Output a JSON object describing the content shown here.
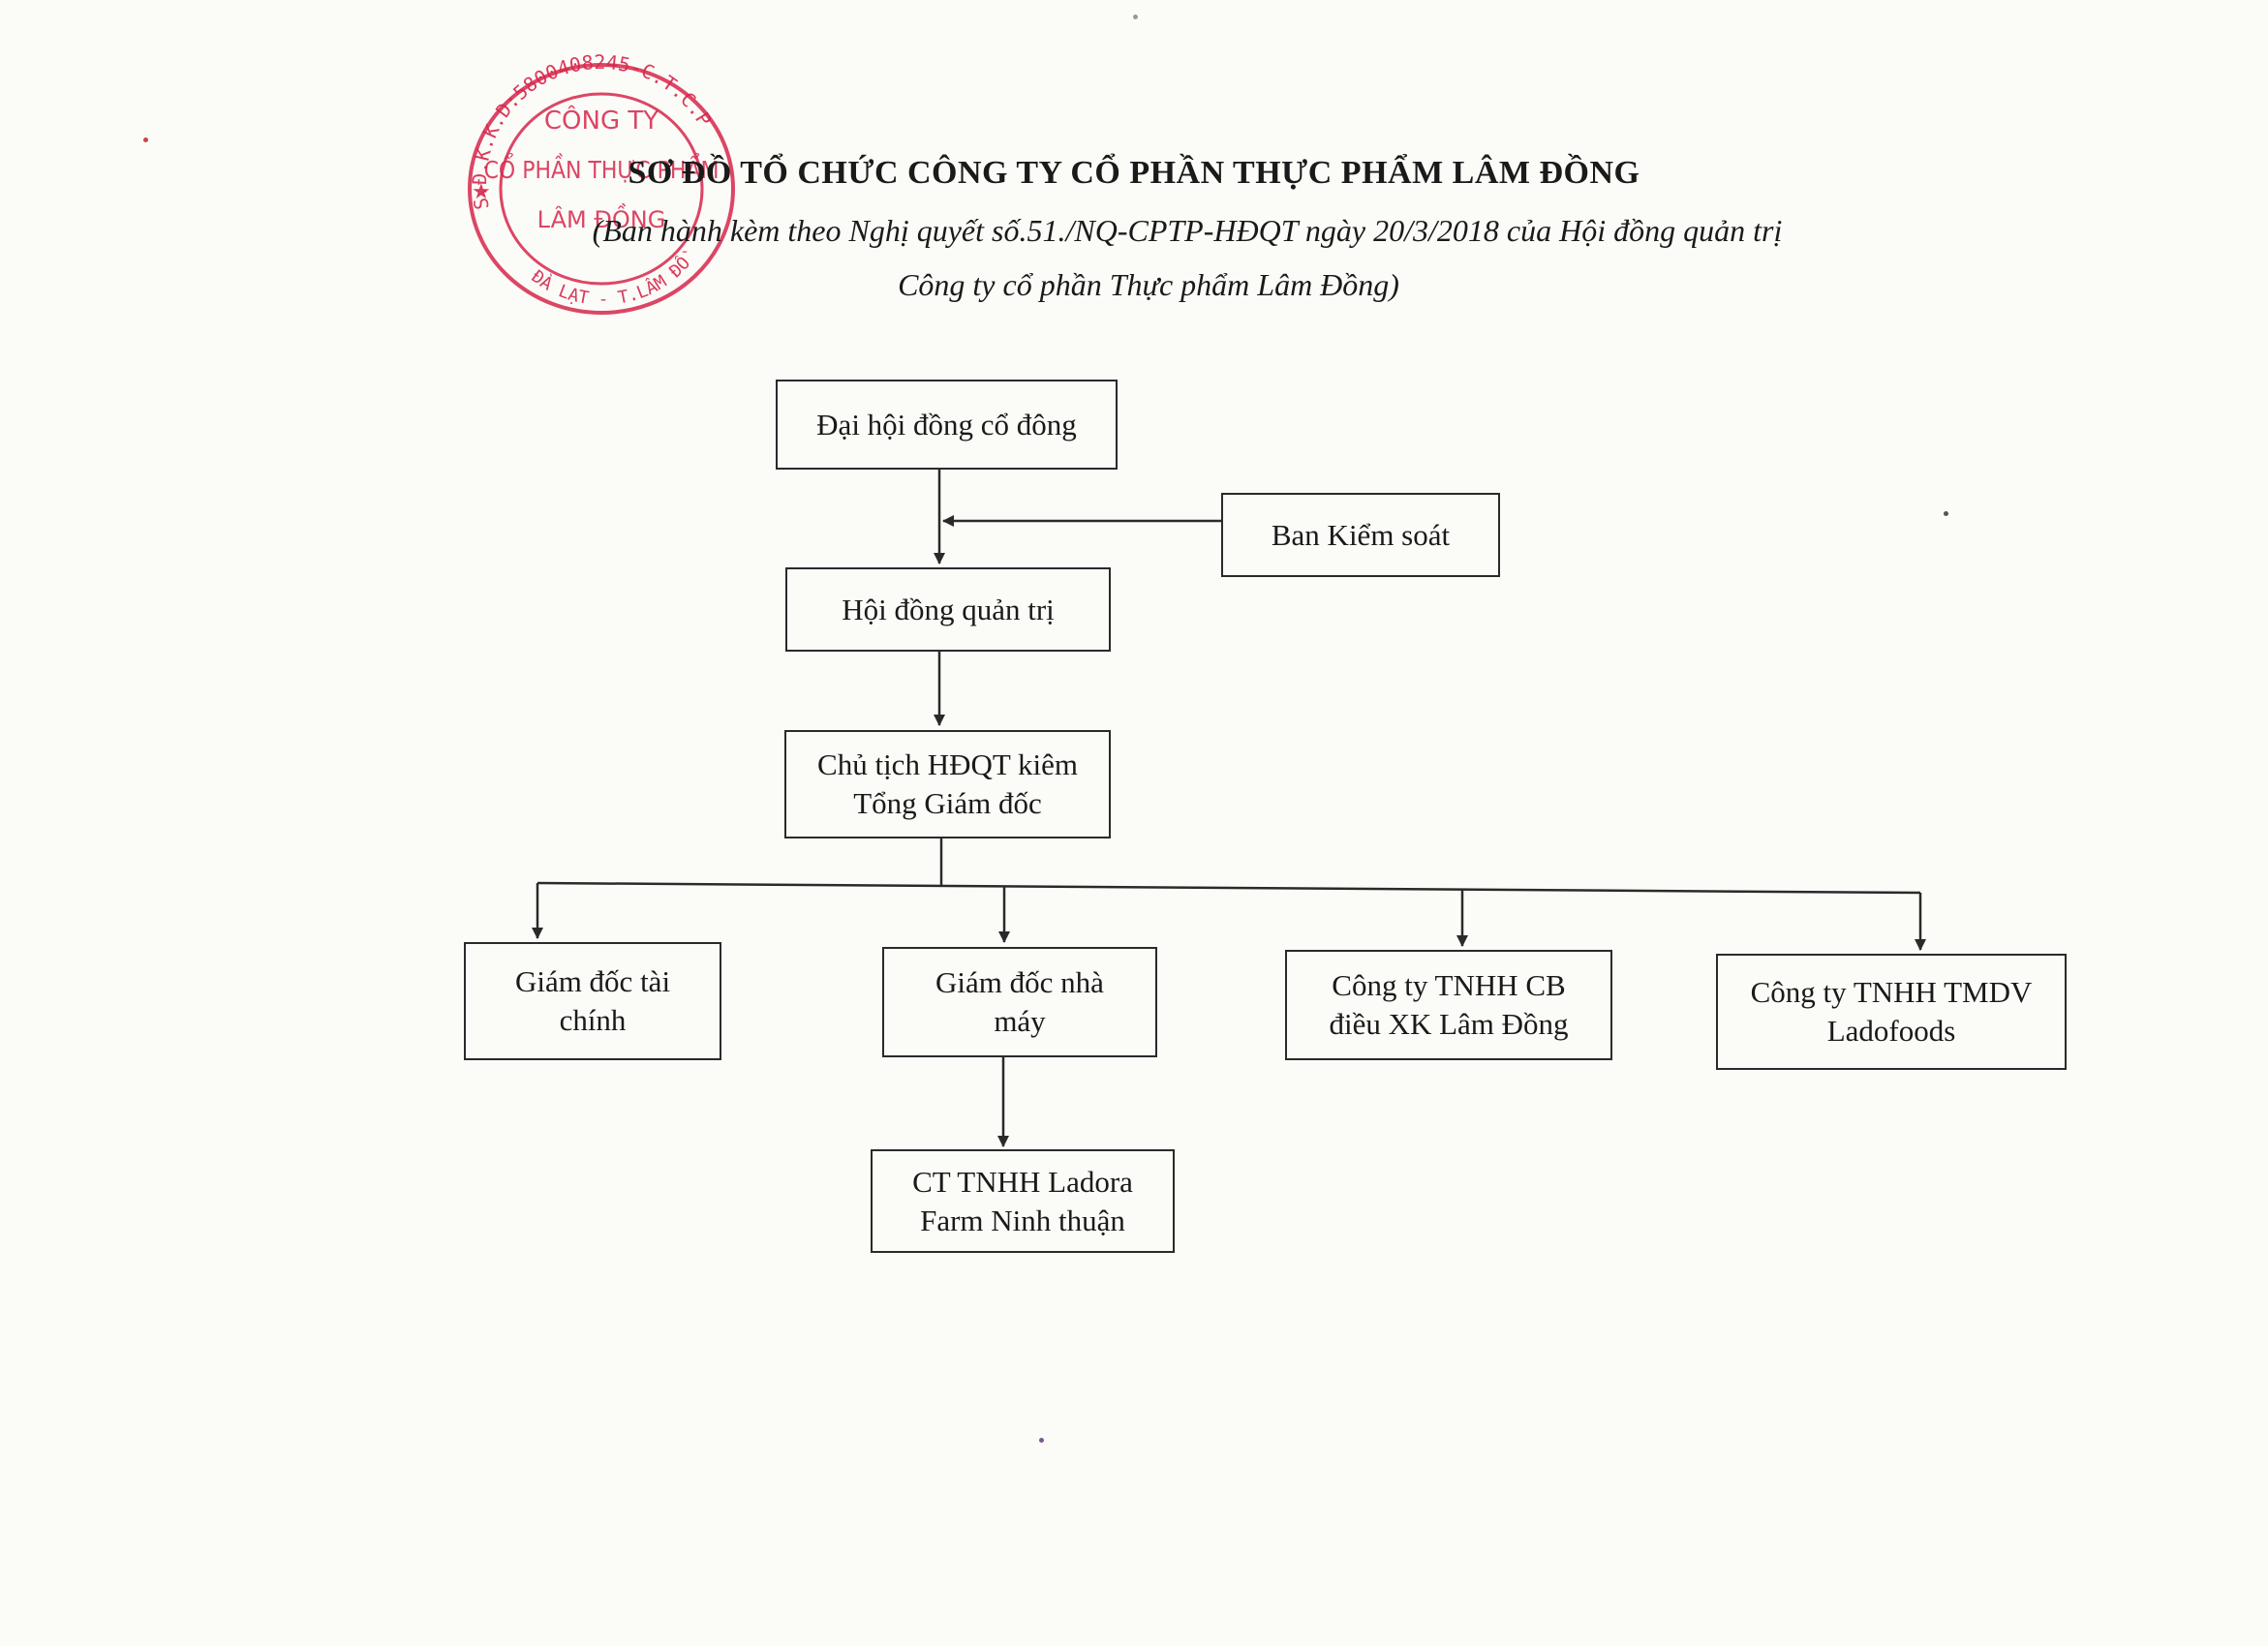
{
  "header": {
    "title": "SƠ ĐỒ TỔ CHỨC CÔNG TY CỔ PHẦN THỰC PHẨM LÂM ĐỒNG",
    "subtitle_line1": "(Ban hành kèm theo Nghị quyết số.51./NQ-CPTP-HĐQT ngày 20/3/2018 của Hội đồng quản trị",
    "subtitle_line2": "Công ty cổ phần Thực phẩm Lâm Đồng)"
  },
  "stamp": {
    "ring_text": "S.Đ.K.K.D:5800408245-C.T.C.P",
    "bottom_text": "ĐÀ LẠT - T.LÂM ĐỒNG",
    "line1": "CÔNG TY",
    "line2": "CỔ PHẦN THỰC PHẨM",
    "line3": "LÂM ĐỒNG",
    "color": "#d6264a"
  },
  "org": {
    "shareholders": {
      "label": "Đại hội đồng cổ đông"
    },
    "supervisory": {
      "label": "Ban Kiểm soát"
    },
    "board": {
      "label": "Hội đồng quản trị"
    },
    "chairman": {
      "line1": "Chủ tịch HĐQT kiêm",
      "line2": "Tổng Giám đốc"
    },
    "cfo": {
      "line1": "Giám đốc tài",
      "line2": "chính"
    },
    "factory_director": {
      "line1": "Giám đốc nhà",
      "line2": "máy"
    },
    "export_company": {
      "line1": "Công ty TNHH CB",
      "line2": "điều XK Lâm Đồng"
    },
    "ladofoods": {
      "line1": "Công ty TNHH TMDV",
      "line2": "Ladofoods"
    },
    "ladora_farm": {
      "line1": "CT TNHH Ladora",
      "line2": "Farm Ninh thuận"
    }
  },
  "colors": {
    "line": "#2a2a2a",
    "stamp": "#d6264a"
  }
}
